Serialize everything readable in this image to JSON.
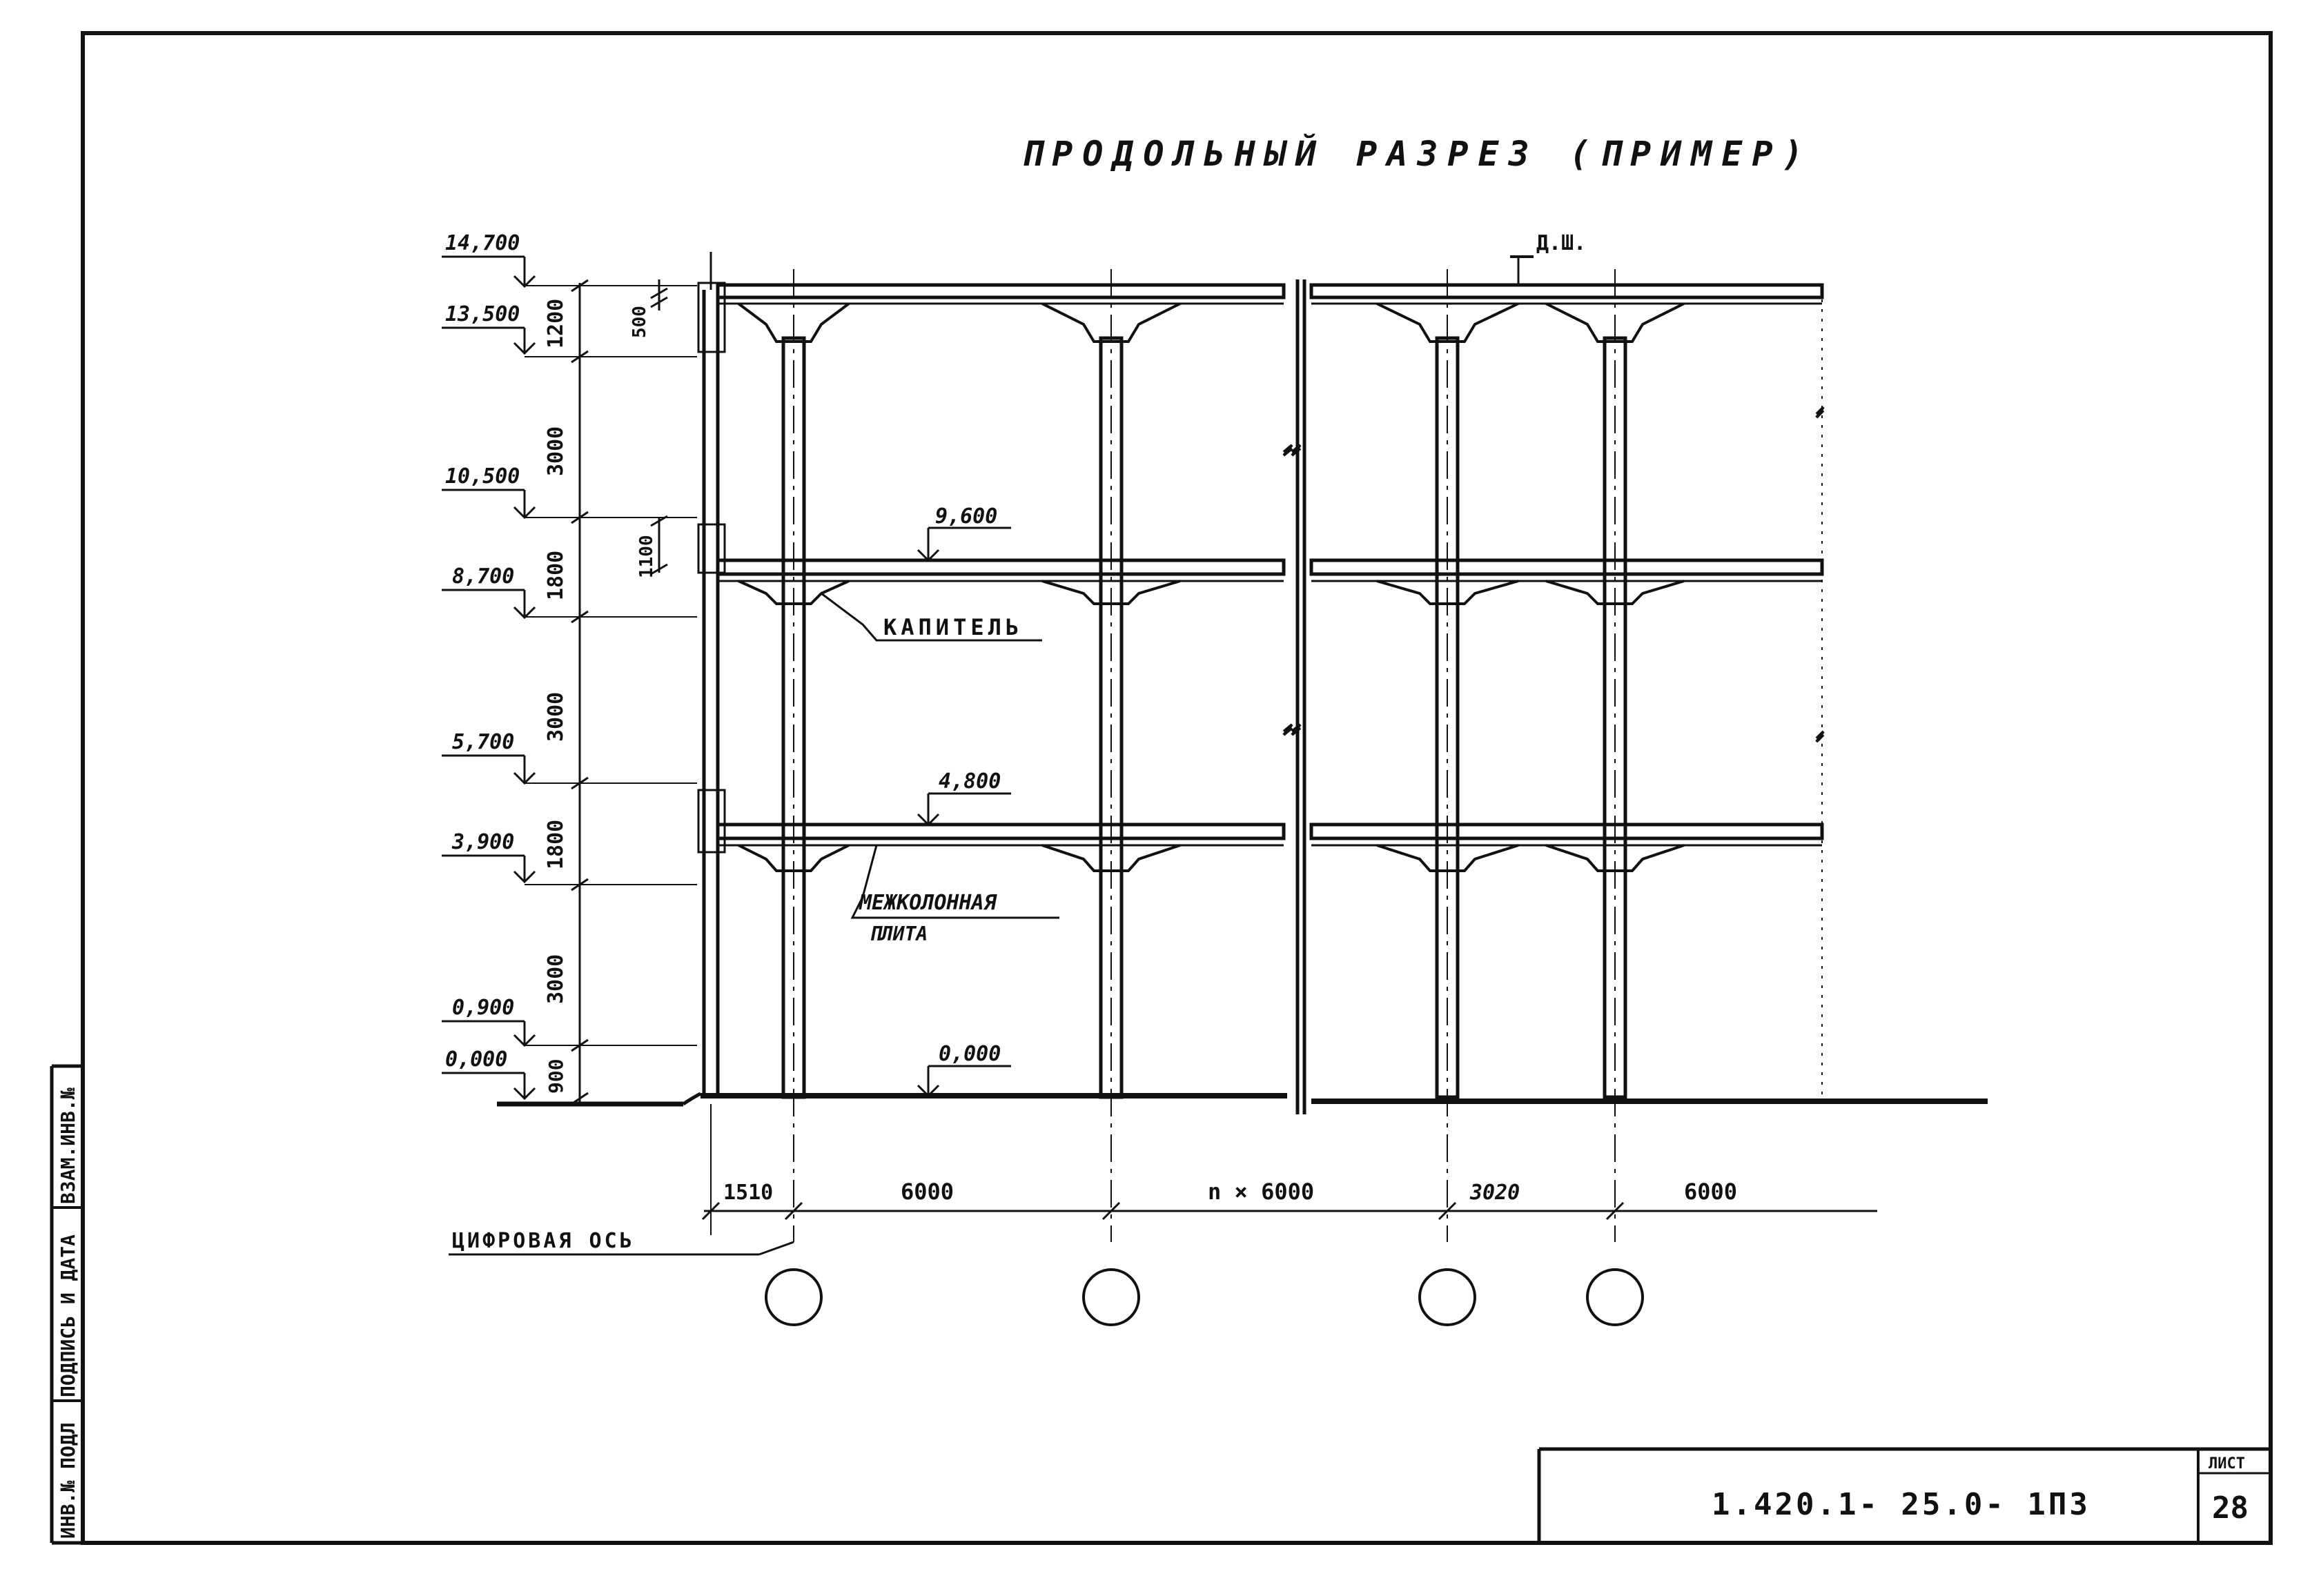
{
  "title": "ПРОДОЛЬНЫЙ РАЗРЕЗ (ПРИМЕР)",
  "left_levels": [
    "14,700",
    "13,500",
    "10,500",
    "8,700",
    "5,700",
    "3,900",
    "0,900",
    "0,000"
  ],
  "vertical_dims": [
    "1200",
    "3000",
    "1800",
    "3000",
    "1800",
    "3000",
    "900"
  ],
  "inner_dims": [
    "500",
    "1100"
  ],
  "floor_marks": [
    "9,600",
    "4,800",
    "0,000"
  ],
  "annotations": {
    "roof_drain": "Д.Ш.",
    "capital": "КАПИТЕЛЬ",
    "slab_line1": "МЕЖКОЛОННАЯ",
    "slab_line2": "ПЛИТА"
  },
  "bottom_dims": [
    "1510",
    "6000",
    "n × 6000",
    "3020",
    "6000"
  ],
  "axis_label": "ЦИФРОВАЯ ОСЬ",
  "stamp": {
    "code": "1.420.1- 25.0- 1ПЗ",
    "sheet_label": "ЛИСТ",
    "sheet_number": "28"
  },
  "side_labels": [
    "ВЗАМ.ИНВ.№",
    "ПОДПИСЬ И ДАТА",
    "ИНВ.№ ПОДЛ"
  ]
}
